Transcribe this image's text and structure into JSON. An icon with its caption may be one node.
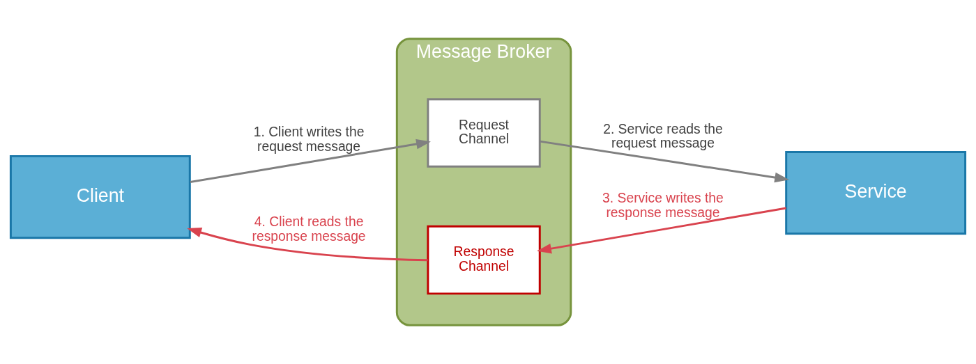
{
  "diagram": {
    "nodes": [
      {
        "text": [
          "Client"
        ]
      },
      {
        "text": [
          "Message Broker"
        ]
      },
      {
        "text": [
          "Request Channel"
        ],
        "in": 1
      },
      {
        "text": [
          "Response Channel"
        ],
        "in": 1
      },
      {
        "text": [
          "Service"
        ]
      }
    ],
    "edges": [
      {
        "from": 0,
        "to": 2,
        "arrow": "to",
        "label": "1. Client writes the request message"
      },
      {
        "from": 2,
        "to": 4,
        "arrow": "to",
        "label": "2. Service reads the request message"
      },
      {
        "from": 4,
        "to": 3,
        "arrow": "to",
        "label": "3. Service writes the response message",
        "color": "#d9434e"
      },
      {
        "from": 3,
        "to": 0,
        "arrow": "to",
        "label": "4. Client reads the response message",
        "color": "#d9434e"
      }
    ]
  }
}
